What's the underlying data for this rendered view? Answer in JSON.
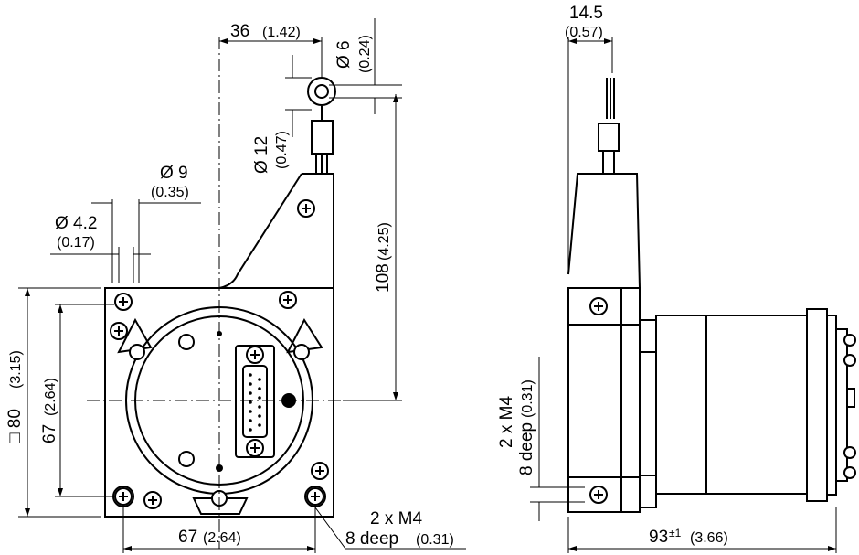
{
  "front_view": {
    "dim_36": {
      "main": "36",
      "inch": "(1.42)"
    },
    "dim_d6": {
      "main": "Ø 6",
      "inch": "(0.24)"
    },
    "dim_d12": {
      "main": "Ø 12",
      "inch": "(0.47)"
    },
    "dim_108": {
      "main": "108",
      "inch": "(4.25)"
    },
    "dim_d9": {
      "main": "Ø 9",
      "inch": "(0.35)"
    },
    "dim_d42": {
      "main": "Ø 4.2",
      "inch": "(0.17)"
    },
    "dim_80": {
      "main": "□ 80",
      "inch": "(3.15)"
    },
    "dim_67_v": {
      "main": "67",
      "inch": "(2.64)"
    },
    "dim_67_h": {
      "main": "67",
      "inch": "(2.64)"
    },
    "thread_note": {
      "line1": "2 x M4",
      "line2": "8 deep",
      "inch": "(0.31)"
    }
  },
  "side_view": {
    "dim_145": {
      "main": "14.5",
      "inch": "(0.57)"
    },
    "thread_note": {
      "line1": "2 x M4",
      "line2": "8 deep",
      "inch": "(0.31)"
    },
    "dim_93": {
      "main": "93",
      "tol": "±1",
      "inch": "(3.66)"
    }
  }
}
